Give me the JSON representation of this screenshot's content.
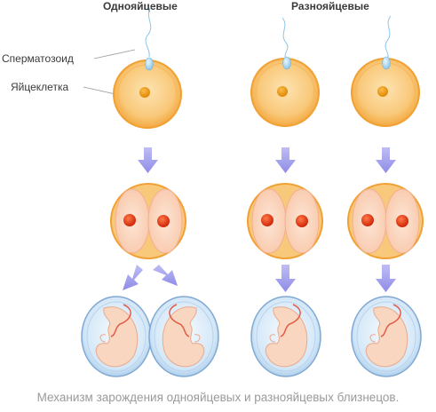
{
  "headings": {
    "identical": "Однояйцевые",
    "fraternal": "Разнояйцевые"
  },
  "labels": {
    "sperm": "Сперматозоид",
    "egg": "Яйцеклетка"
  },
  "caption": "Механизм зарождения однояйцевых и разнояйцевых близнецов.",
  "colors": {
    "egg_fill": "#f9c97b",
    "egg_rim": "#f4a63a",
    "nucleus": "#ee9b12",
    "cell_nucleus": "#e23c16",
    "arrow": "#a7a5ee",
    "amnion": "#7aa9d6",
    "embryo": "#f9d6c0"
  }
}
